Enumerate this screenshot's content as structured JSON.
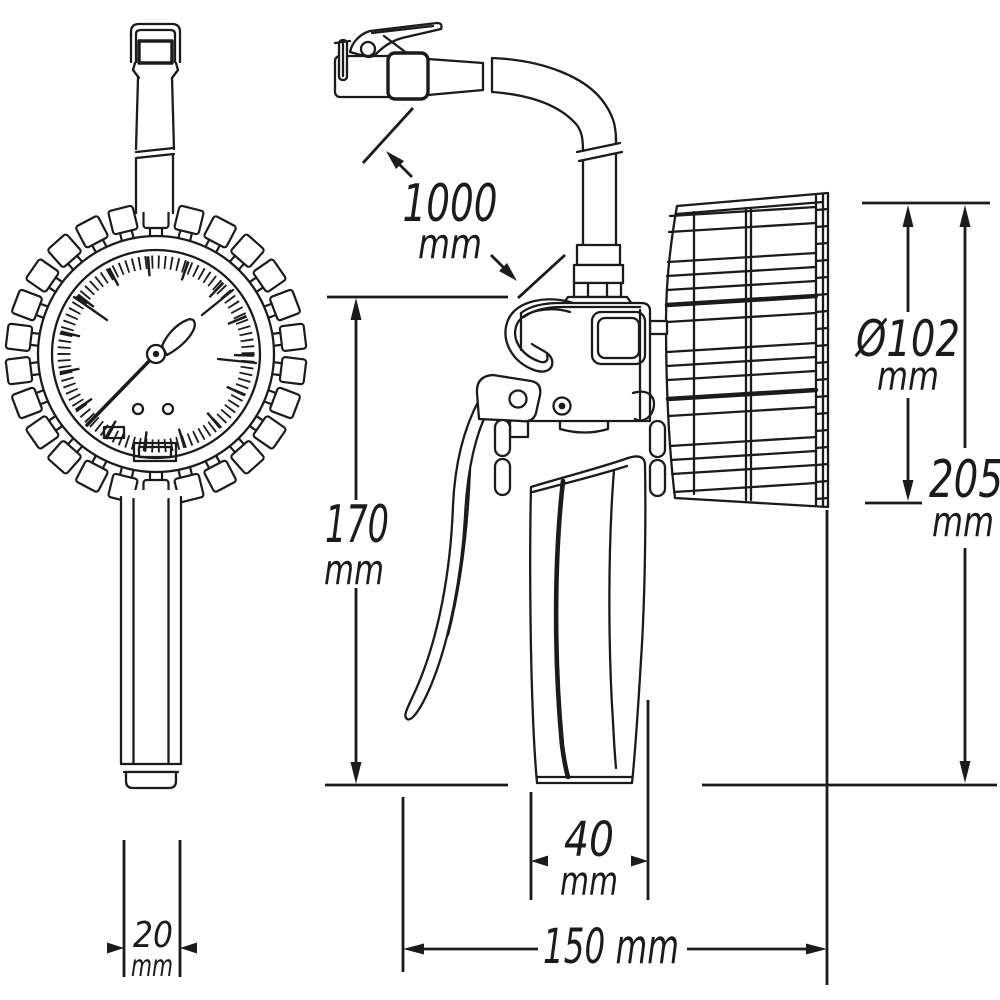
{
  "page": {
    "background": "#ffffff",
    "line_color": "#1b1b1b"
  },
  "drawing": {
    "title": "Tire inflator with pressure gauge - dimensional line drawing",
    "views": [
      {
        "id": "front",
        "label": "gauge front view with protective sleeve and handle"
      },
      {
        "id": "side",
        "label": "inflator gun side view with hose, lever chuck, trigger and gauge drum"
      }
    ],
    "dimensions": {
      "hose_length": {
        "value": "1000",
        "unit": "mm"
      },
      "body_height": {
        "value": "170",
        "unit": "mm"
      },
      "gauge_diameter": {
        "value": "Ø102",
        "unit": "mm"
      },
      "overall_height": {
        "value": "205",
        "unit": "mm"
      },
      "grip_depth": {
        "value": "40",
        "unit": "mm"
      },
      "overall_length": {
        "value": "150 mm"
      },
      "handle_width": {
        "value": "20",
        "unit": "mm"
      }
    }
  }
}
